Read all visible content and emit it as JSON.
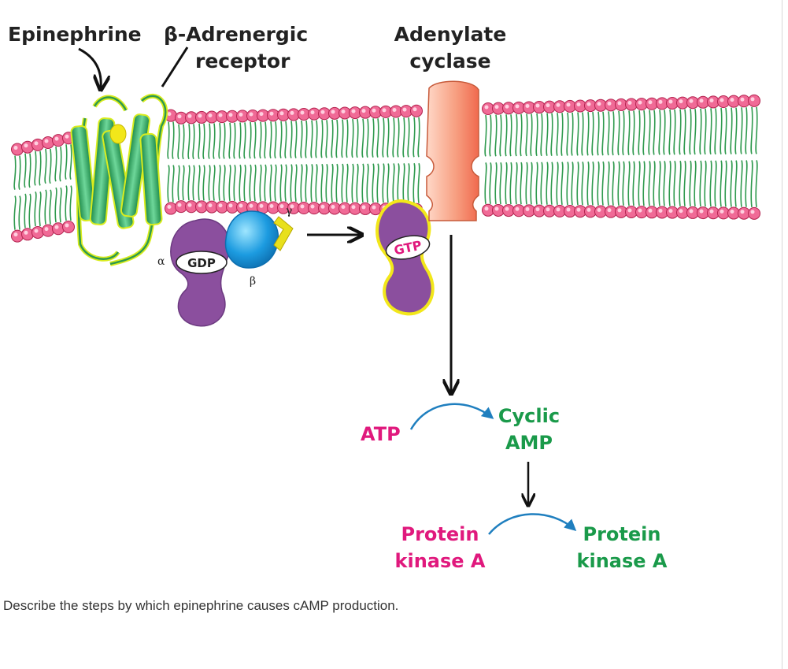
{
  "labels": {
    "epinephrine": "Epinephrine",
    "receptor_line1": "β-Adrenergic",
    "receptor_line2": "receptor",
    "cyclase_line1": "Adenylate",
    "cyclase_line2": "cyclase",
    "gdp": "GDP",
    "gtp": "GTP",
    "alpha": "α",
    "beta": "β",
    "gamma": "γ",
    "atp": "ATP",
    "camp_line1": "Cyclic",
    "camp_line2": "AMP",
    "pka_inactive_line1": "Protein",
    "pka_inactive_line2": "kinase A",
    "pka_active_line1": "Protein",
    "pka_active_line2": "kinase A"
  },
  "question": "Describe the steps by which epinephrine causes cAMP production.",
  "colors": {
    "headgroup": "#f06a96",
    "tail": "#2f9a4e",
    "receptor_helix": "#3cb371",
    "receptor_outline": "#d9ec1e",
    "g_alpha": "#8b4f9e",
    "g_beta": "#1c9be0",
    "g_gamma": "#e8e01c",
    "cyclase": "#f7a082",
    "reactant_text": "#e0197d",
    "product_text": "#1a9a4a",
    "reaction_arrow": "#1f7fbf"
  },
  "icons": [
    "epinephrine-arrow-icon",
    "reaction-arrow-icon",
    "down-arrow-icon"
  ]
}
